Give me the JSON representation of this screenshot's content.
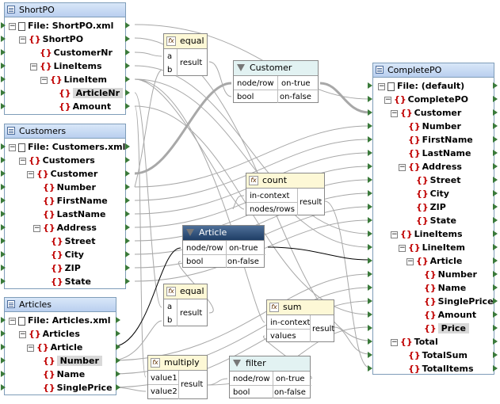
{
  "components": {
    "shortpo": {
      "title": "ShortPO",
      "rows": [
        "File: ShortPO.xml",
        "ShortPO",
        "CustomerNr",
        "LineItems",
        "LineItem",
        "ArticleNr",
        "Amount"
      ]
    },
    "customers": {
      "title": "Customers",
      "rows": [
        "File: Customers.xml",
        "Customers",
        "Customer",
        "Number",
        "FirstName",
        "LastName",
        "Address",
        "Street",
        "City",
        "ZIP",
        "State"
      ]
    },
    "articles": {
      "title": "Articles",
      "rows": [
        "File: Articles.xml",
        "Articles",
        "Article",
        "Number",
        "Name",
        "SinglePrice"
      ]
    },
    "completepo": {
      "title": "CompletePO",
      "rows": [
        "File: (default)",
        "CompletePO",
        "Customer",
        "Number",
        "FirstName",
        "LastName",
        "Address",
        "Street",
        "City",
        "ZIP",
        "State",
        "LineItems",
        "LineItem",
        "Article",
        "Number",
        "Name",
        "SinglePrice",
        "Amount",
        "Price",
        "Total",
        "TotalSum",
        "TotalItems"
      ]
    }
  },
  "functions": {
    "equal1": {
      "title": "equal",
      "in": [
        "a",
        "b"
      ],
      "out": "result"
    },
    "equal2": {
      "title": "equal",
      "in": [
        "a",
        "b"
      ],
      "out": "result"
    },
    "count": {
      "title": "count",
      "in": [
        "in-context",
        "nodes/rows"
      ],
      "out": "result"
    },
    "sum": {
      "title": "sum",
      "in": [
        "in-context",
        "values"
      ],
      "out": "result"
    },
    "multiply": {
      "title": "multiply",
      "in": [
        "value1",
        "value2"
      ],
      "out": "result"
    },
    "filter_customer": {
      "title": "Customer",
      "in": [
        "node/row",
        "bool"
      ],
      "out": [
        "on-true",
        "on-false"
      ]
    },
    "filter_article": {
      "title": "Article",
      "in": [
        "node/row",
        "bool"
      ],
      "out": [
        "on-true",
        "on-false"
      ]
    },
    "filter": {
      "title": "filter",
      "in": [
        "node/row",
        "bool"
      ],
      "out": [
        "on-true",
        "on-false"
      ]
    }
  },
  "colors": {
    "connector": "#3a7a3a",
    "wire": "#a8a8a8",
    "wire_dark": "#000000",
    "element_brace": "#c00000"
  }
}
